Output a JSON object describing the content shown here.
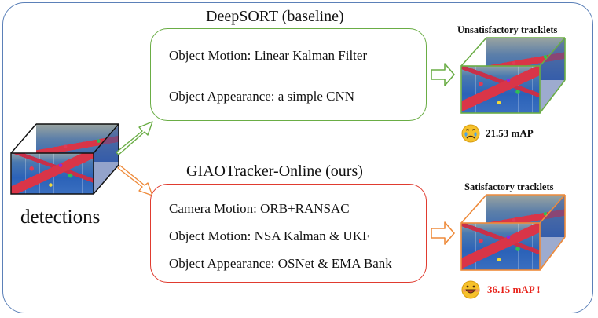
{
  "baseline": {
    "title": "DeepSORT (baseline)",
    "lines": [
      "Object Motion: Linear Kalman Filter",
      "Object Appearance: a simple CNN"
    ],
    "result_title": "Unsatisfactory tracklets",
    "score": "21.53 mAP",
    "color": "#6aad45"
  },
  "ours": {
    "title": "GIAOTracker-Online (ours)",
    "lines": [
      "Camera Motion: ORB+RANSAC",
      "Object Motion: NSA Kalman & UKF",
      "Object Appearance: OSNet & EMA Bank"
    ],
    "result_title": "Satisfactory tracklets",
    "score": "36.15 mAP !",
    "color": "#e03b2f",
    "score_color": "#e8231b",
    "arrow_color": "#ee8a3a"
  },
  "input": {
    "label": "detections"
  }
}
